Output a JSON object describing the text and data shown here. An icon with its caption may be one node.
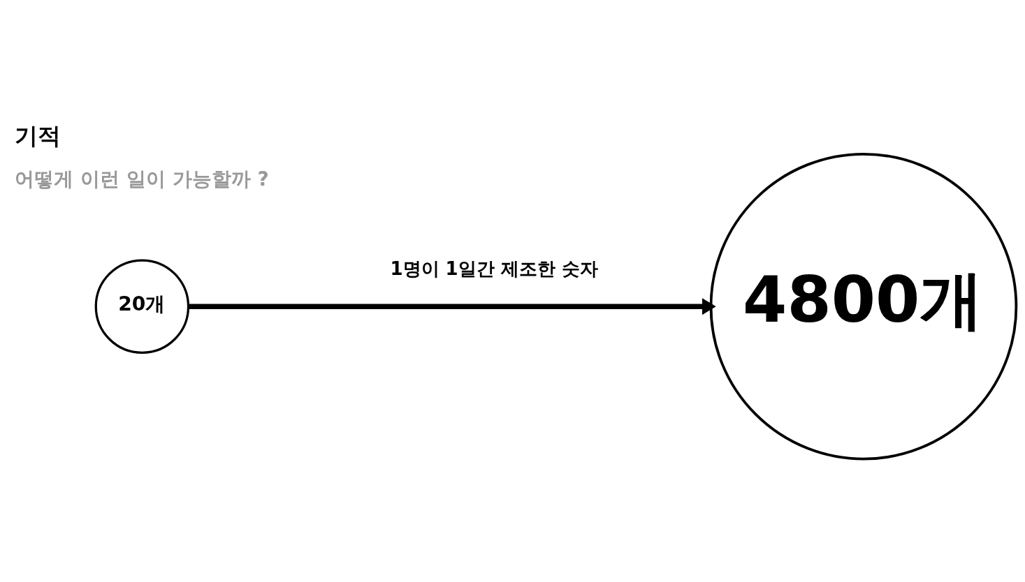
{
  "diagram": {
    "title": "기적",
    "nodes": [
      {
        "text": [
          "20개"
        ]
      },
      {
        "text": [
          "4800개"
        ]
      }
    ],
    "edges": [
      {
        "from": 0,
        "to": 1,
        "arrow": "to",
        "label": "1명이 1일간 제조한 숫자"
      }
    ],
    "labels": [
      "어떻게 이런 일이 가능할까 ?"
    ]
  }
}
